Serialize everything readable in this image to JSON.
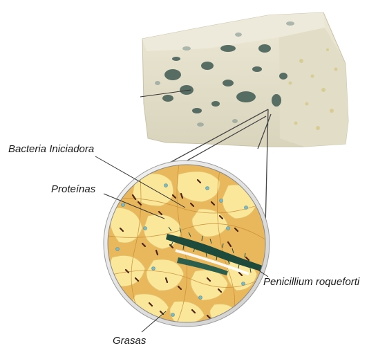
{
  "labels": {
    "bacteria": "Bacteria Iniciadora",
    "proteinas": "Proteínas",
    "penicillium": "Penicillium roqueforti",
    "grasas": "Grasas"
  },
  "colors": {
    "cheese_body": "#e9e4cf",
    "cheese_mold": "#3f5a52",
    "fat_globule": "#fbe79a",
    "matrix": "#e9b85c",
    "bacteria": "#4a2418",
    "protein_dot": "#7fb9c4",
    "penicillium": "#1e4a3c",
    "leader_line": "#333333"
  }
}
